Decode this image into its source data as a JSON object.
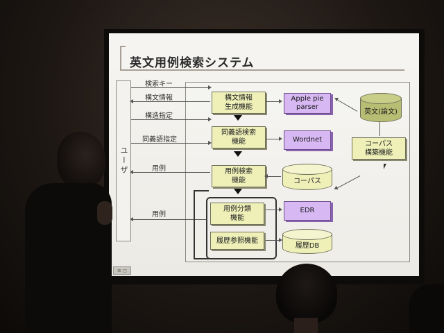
{
  "slide": {
    "title": "英文用例検索システム",
    "user": "ユーザ",
    "inputs": {
      "search_key": "検索キー",
      "syntax_info": "構文情報",
      "structure_spec": "構造指定",
      "synonym_spec": "同義語指定",
      "example_1": "用例",
      "example_2": "用例"
    },
    "functions": {
      "syntax_gen": "構文情報\n生成機能",
      "synonym_search": "同義語検索\n機能",
      "example_search": "用例検索\n機能",
      "example_classify": "用例分類\n機能",
      "history_ref": "履歴参照機能",
      "corpus_build": "コーパス\n構築機能"
    },
    "resources": {
      "parser": "Apple pie\nparser",
      "wordnet": "Wordnet",
      "edr": "EDR",
      "corpus": "コーパス",
      "english_paper": "英文(論文)",
      "history_db": "履歴DB"
    },
    "corner_icon": "≡ ◻"
  },
  "colors": {
    "function_fill": "#eef0b8",
    "resource_fill": "#d7b8f2",
    "slide_bg": "#f6f5f2"
  }
}
